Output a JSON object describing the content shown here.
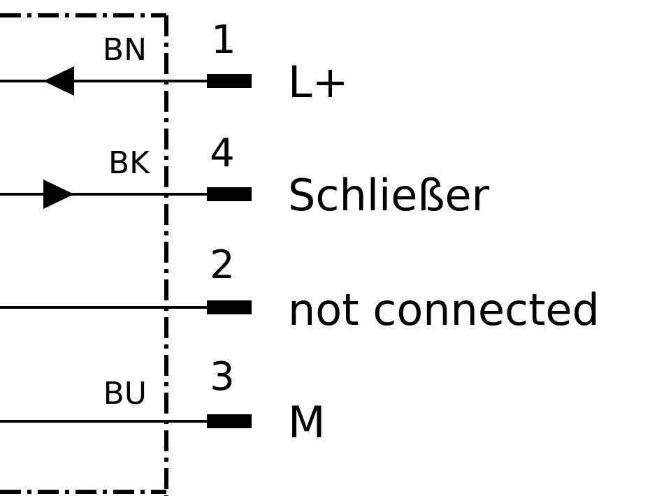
{
  "colors": {
    "line": "#000000",
    "background": "#ffffff"
  },
  "pins": [
    {
      "number": "1",
      "wire_color": "BN",
      "signal": "L+",
      "arrow": "left"
    },
    {
      "number": "4",
      "wire_color": "BK",
      "signal": "Schließer",
      "arrow": "right"
    },
    {
      "number": "2",
      "wire_color": "",
      "signal": "not connected",
      "arrow": "none"
    },
    {
      "number": "3",
      "wire_color": "BU",
      "signal": "M",
      "arrow": "none"
    }
  ]
}
